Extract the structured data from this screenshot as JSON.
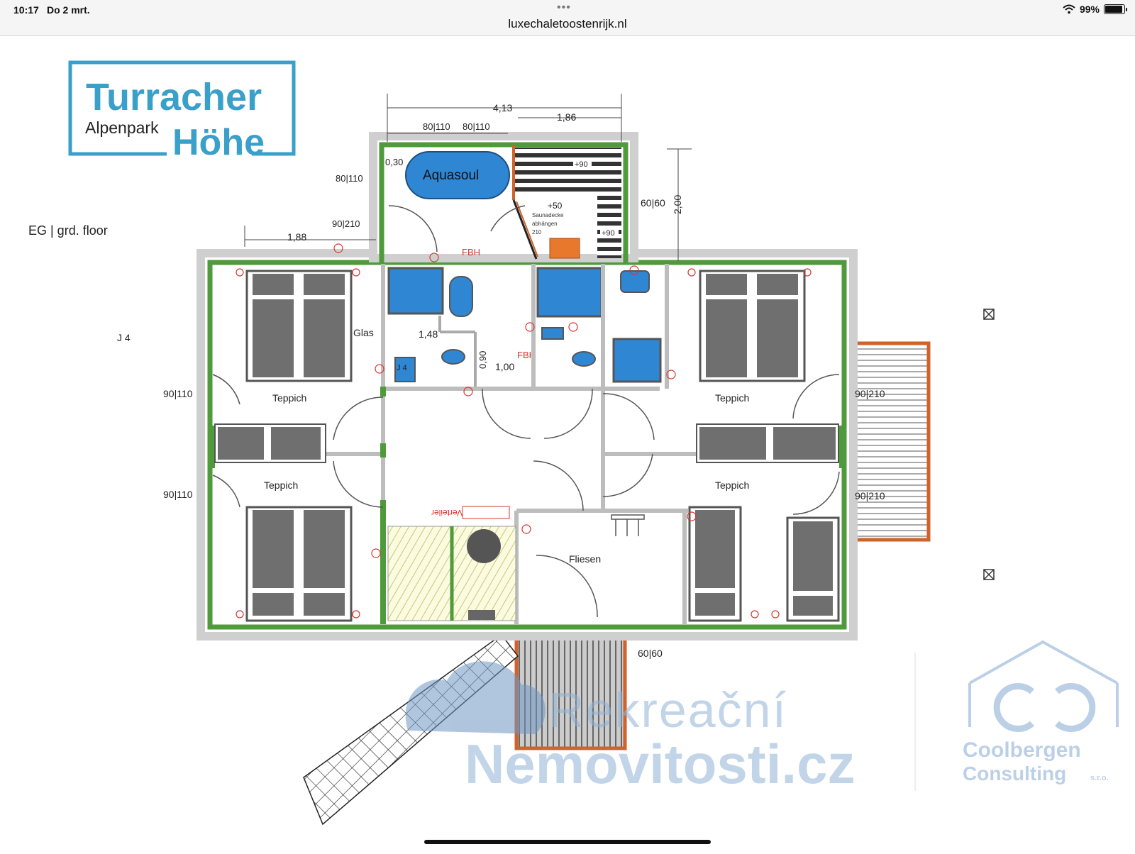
{
  "status_bar": {
    "time": "10:17",
    "date": "Do 2 mrt.",
    "url": "luxechaletoostenrijk.nl",
    "battery": "99%"
  },
  "logo": {
    "line1": "Turracher",
    "line2a": "Alpenpark",
    "line2b": "Höhe",
    "color": "#3aa0c9"
  },
  "plan": {
    "floor_label": "EG | grd. floor",
    "grid_ref": "J 4",
    "grid_ref_small": "J 4",
    "dims": {
      "total_width": "4,13",
      "sauna_width": "1,86",
      "win_a": "80|110",
      "win_b": "80|110",
      "win_c": "80|110",
      "door_a": "90|210",
      "left_dim": "1,88",
      "offset": "0,30",
      "right_window": "60|60",
      "height": "2,00",
      "bath_width": "1,48",
      "v_dim": "0,90",
      "h_dim": "1,00",
      "left_win1": "90|110",
      "left_win2": "90|110",
      "right_door1": "90|210",
      "right_door2": "90|210",
      "entry_window": "60|60"
    },
    "labels": {
      "aquasoul": "Aquasoul",
      "fbh1": "FBH",
      "fbh2": "FBH",
      "plus90a": "+90",
      "plus90b": "+90",
      "plus50": "+50",
      "sauna_note1": "Saunadecke",
      "sauna_note2": "abhängen",
      "sauna_note3": "210",
      "glas": "Glas",
      "teppich1": "Teppich",
      "teppich2": "Teppich",
      "teppich3": "Teppich",
      "teppich4": "Teppich",
      "fliesen": "Fliesen",
      "verteiler": "Verteiler"
    },
    "colors": {
      "wall_green": "#4f9a3a",
      "fixture_blue": "#2f86d3",
      "furniture_gray": "#6f6f6f",
      "terrace_orange": "#d0622a",
      "annotation_red": "#d9352b"
    }
  },
  "watermarks": {
    "rekreacni_line1": "Rekreační",
    "rekreacni_line2": "Nemovitosti.cz",
    "coolbergen_line1": "Coolbergen",
    "coolbergen_line2": "Consulting",
    "coolbergen_suffix": "s.r.o."
  }
}
